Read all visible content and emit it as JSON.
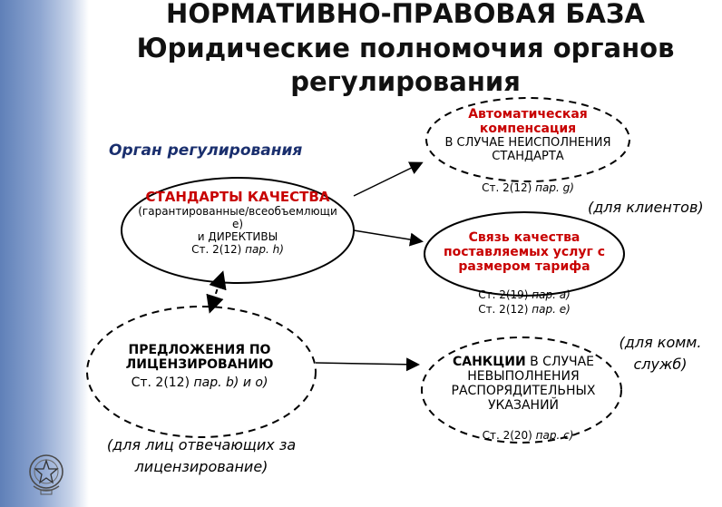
{
  "title": {
    "line1": "НОРМАТИВНО-ПРАВОВАЯ БАЗА",
    "line2": "Юридические полномочия органов",
    "line3": "регулирования"
  },
  "left": {
    "organ_label": "Орган регулирования",
    "standards": {
      "title": "СТАНДАРТЫ КАЧЕСТВА",
      "line1": "(гарантированные/всеобъемлющи",
      "line2": "е)",
      "line3": "и ДИРЕКТИВЫ",
      "ref_prefix": "Ст. 2(12) ",
      "ref_italic": "пар. h)"
    },
    "licensing": {
      "title1": "ПРЕДЛОЖЕНИЯ ПО",
      "title2": "ЛИЦЕНЗИРОВАНИЮ",
      "ref_prefix": "Ст. 2(12) ",
      "ref_italic": "пар. b) и о)"
    },
    "licensing_note1": "(для лиц отвечающих за",
    "licensing_note2": "лицензирование)"
  },
  "right": {
    "compensation": {
      "title1": "Автоматическая",
      "title2": "компенсация",
      "line1": "В СЛУЧАЕ НЕИСПОЛНЕНИЯ",
      "line2": "СТАНДАРТА",
      "ref_prefix": "Ст. 2(12) ",
      "ref_italic": "пар. g)"
    },
    "clients_note": "(для клиентов)",
    "quality_link": {
      "title1": "Связь качества",
      "title2": "поставляемых услуг с",
      "title3": "размером тарифа",
      "ref1_prefix": "Ст. 2(19) ",
      "ref1_italic": "пар. а)",
      "ref2_prefix": "Ст. 2(12) ",
      "ref2_italic": "пар. е)"
    },
    "comm_note1": "(для комм.",
    "comm_note2": "служб)",
    "sanctions": {
      "title_bold": "САНКЦИИ",
      "title_rest": " В СЛУЧАЕ",
      "line1": "НЕВЫПОЛНЕНИЯ",
      "line2": "РАСПОРЯДИТЕЛЬНЫХ",
      "line3": "УКАЗАНИЙ",
      "ref_prefix": "Ст. 2(20) ",
      "ref_italic": "пар. с)"
    }
  },
  "colors": {
    "sidebar": "#6f8cc0",
    "accent_red": "#c80000",
    "organ_text": "#1a2f6e"
  },
  "icons": {
    "emblem": "coat-of-arms-icon"
  }
}
